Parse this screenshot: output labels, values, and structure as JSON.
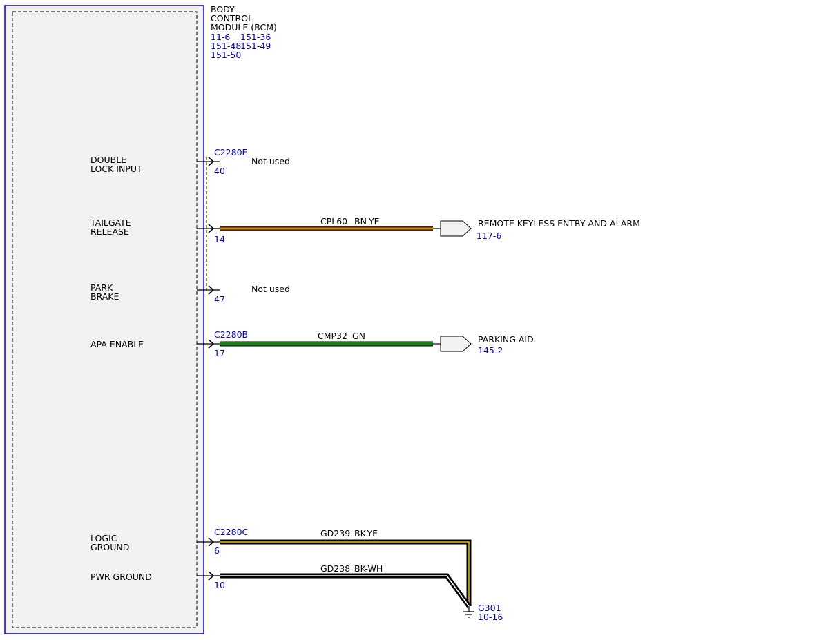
{
  "module": {
    "title_lines": [
      "BODY",
      "CONTROL",
      "MODULE (BCM)"
    ],
    "ref_lines": [
      "11-6",
      "151-36",
      "151-48",
      "151-49",
      "151-50"
    ]
  },
  "pins": [
    {
      "id": "double-lock-input",
      "label_lines": [
        "DOUBLE",
        "LOCK INPUT"
      ],
      "connector": "C2280E",
      "pin": "40",
      "status": "Not used"
    },
    {
      "id": "tailgate-release",
      "label_lines": [
        "TAILGATE",
        "RELEASE"
      ],
      "connector": "",
      "pin": "14",
      "circuit": "CPL60",
      "color_code": "BN-YE",
      "destination": "REMOTE KEYLESS ENTRY AND ALARM",
      "destination_ref": "117-6"
    },
    {
      "id": "park-brake",
      "label_lines": [
        "PARK",
        "BRAKE"
      ],
      "connector": "",
      "pin": "47",
      "status": "Not used"
    },
    {
      "id": "apa-enable",
      "label_lines": [
        "APA ENABLE"
      ],
      "connector": "C2280B",
      "pin": "17",
      "circuit": "CMP32",
      "color_code": "GN",
      "destination": "PARKING AID",
      "destination_ref": "145-2"
    },
    {
      "id": "logic-ground",
      "label_lines": [
        "LOGIC",
        "GROUND"
      ],
      "connector": "C2280C",
      "pin": "6",
      "circuit": "GD239",
      "color_code": "BK-YE"
    },
    {
      "id": "pwr-ground",
      "label_lines": [
        "PWR GROUND"
      ],
      "connector": "",
      "pin": "10",
      "circuit": "GD238",
      "color_code": "BK-WH"
    }
  ],
  "ground": {
    "name": "G301",
    "ref": "10-16"
  },
  "colors": {
    "module_border": "#0000cc",
    "module_fill": "#f2f2f2",
    "ref_text": "#0000cc",
    "wire_brown": "#8b4513",
    "wire_yellow_stripe": "#e8c200",
    "wire_green": "#1a7f1a",
    "wire_black": "#000000"
  }
}
